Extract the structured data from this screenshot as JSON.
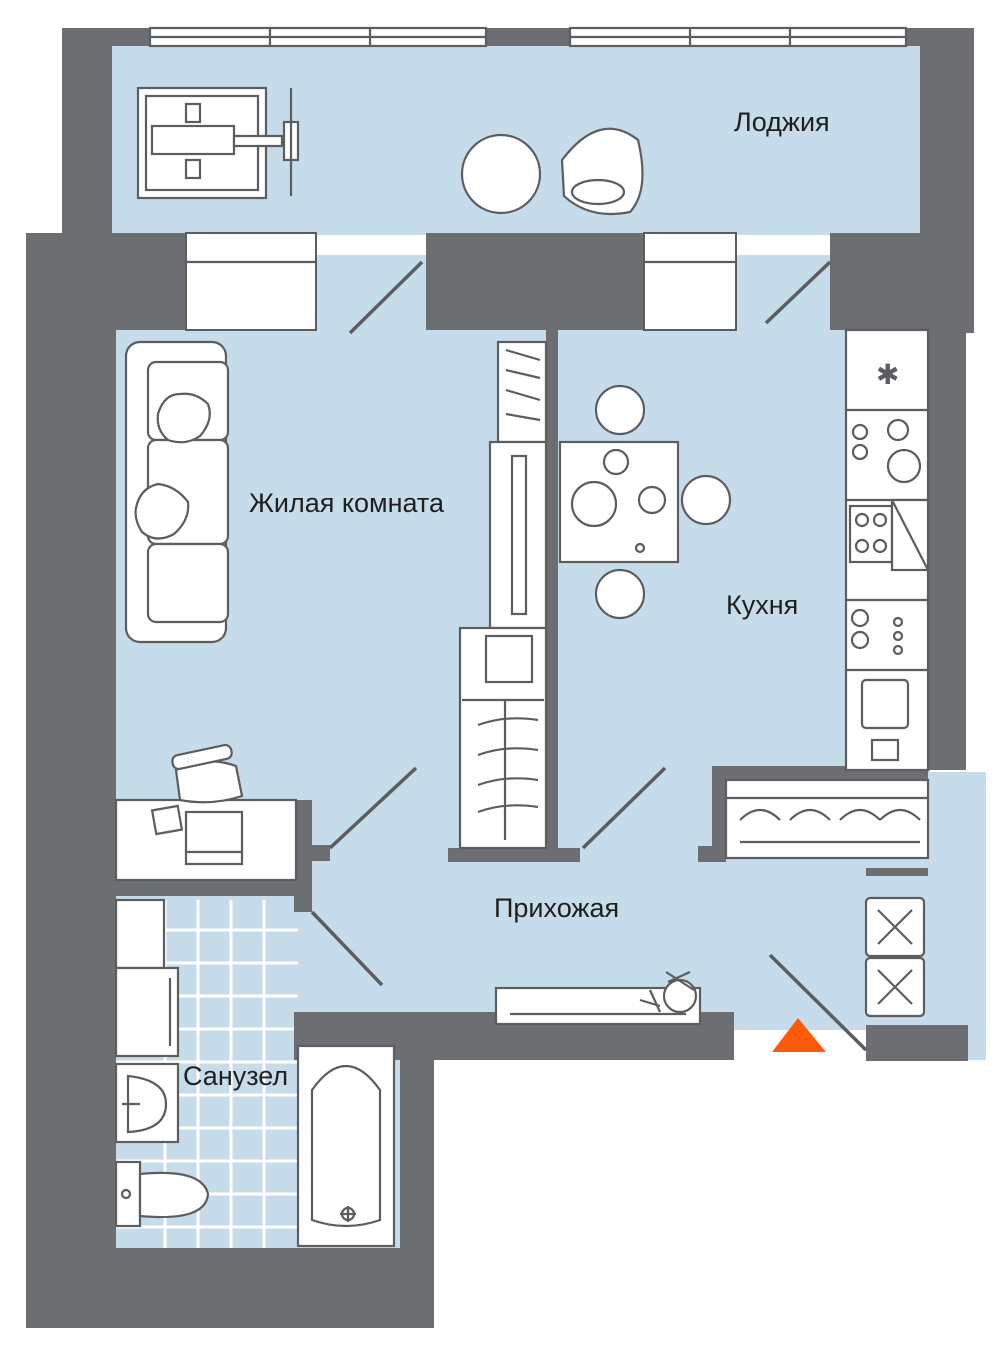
{
  "rooms": {
    "loggia": "Лоджия",
    "living_room": "Жилая комната",
    "kitchen": "Кухня",
    "hallway": "Прихожая",
    "bathroom": "Санузел"
  },
  "icons": {
    "entrance": "entrance-arrow-icon",
    "stove": "stove-icon",
    "sink": "sink-icon",
    "fridge": "fridge-freezer-icon"
  },
  "colors": {
    "wall": "#6d6e71",
    "floor": "#c6dcea",
    "furniture": "#ffffff",
    "outline": "#5c5d60",
    "entrance_marker": "#ff5a0a"
  }
}
